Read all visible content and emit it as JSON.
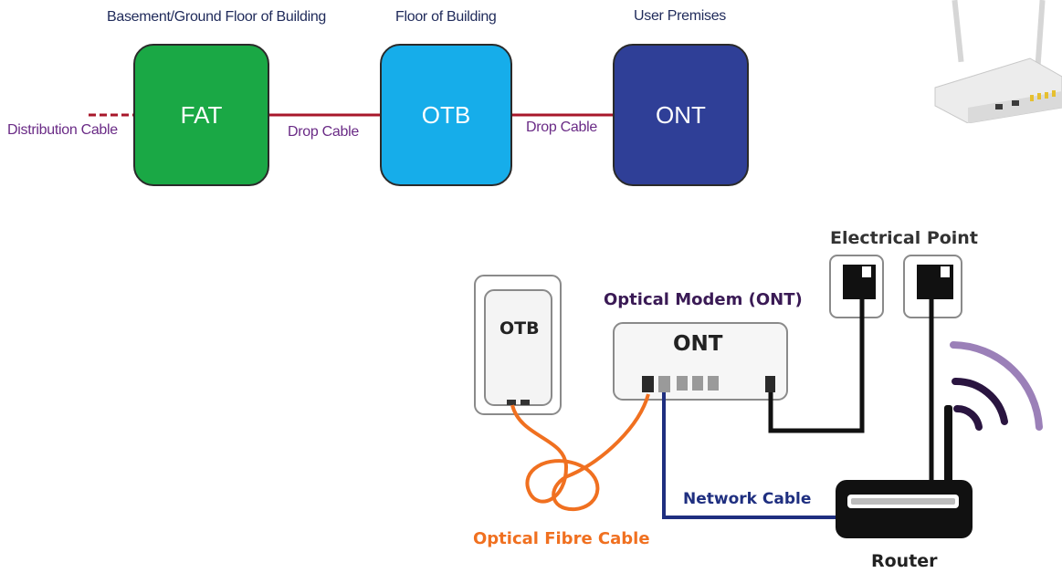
{
  "top_diagram": {
    "locations": {
      "basement": "Basement/Ground Floor of Building",
      "floor": "Floor of Building",
      "premises": "User Premises"
    },
    "boxes": {
      "fat": "FAT",
      "otb": "OTB",
      "ont": "ONT"
    },
    "cables": {
      "distribution": "Distribution Cable",
      "drop_1": "Drop Cable",
      "drop_2": "Drop Cable"
    }
  },
  "bottom_diagram": {
    "electrical_point": "Electrical Point",
    "optical_modem": "Optical Modem (ONT)",
    "otb_device": "OTB",
    "ont_device": "ONT",
    "network_cable": "Network Cable",
    "optical_fibre_cable": "Optical Fibre Cable",
    "router": "Router"
  },
  "colors": {
    "fat": "#1aa845",
    "otb": "#16adea",
    "ont": "#2f3f97",
    "drop_line": "#a8172a",
    "fibre": "#f07020",
    "network": "#1f2f80",
    "wifi_outer": "#9b80b8",
    "wifi_inner": "#2a1540"
  },
  "icons": [
    "router-photo",
    "wall-socket-icon",
    "wifi-signal-icon"
  ]
}
